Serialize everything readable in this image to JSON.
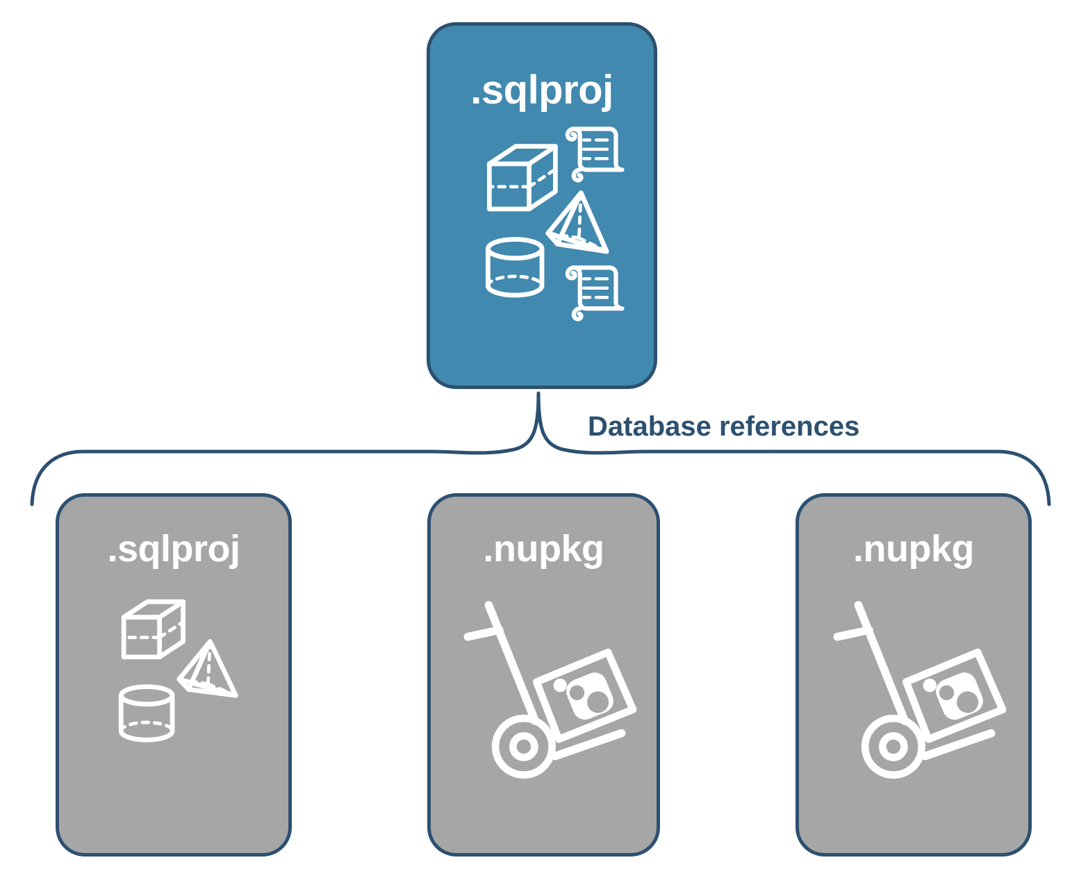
{
  "diagram": {
    "title_text_color": "#ffffff",
    "accent_blue": "#4189ae",
    "outline_navy": "#2c5070",
    "node_gray": "#a6a6a6",
    "background": "#ffffff",
    "connector_label": "Database references"
  },
  "root": {
    "label": ".sqlproj",
    "kind": "sqlproj",
    "fill": "#4189ae",
    "icons": [
      "cube-wireframe-icon",
      "pyramid-wireframe-icon",
      "cylinder-wireframe-icon",
      "scroll-icon",
      "scroll-icon"
    ]
  },
  "children": [
    {
      "label": ".sqlproj",
      "kind": "sqlproj",
      "fill": "#a6a6a6",
      "icons": [
        "cube-wireframe-icon",
        "pyramid-wireframe-icon",
        "cylinder-wireframe-icon"
      ]
    },
    {
      "label": ".nupkg",
      "kind": "nupkg",
      "fill": "#a6a6a6",
      "icons": [
        "hand-truck-icon",
        "package-box-icon",
        "nuget-logo-icon"
      ]
    },
    {
      "label": ".nupkg",
      "kind": "nupkg",
      "fill": "#a6a6a6",
      "icons": [
        "hand-truck-icon",
        "package-box-icon",
        "nuget-logo-icon"
      ]
    }
  ]
}
